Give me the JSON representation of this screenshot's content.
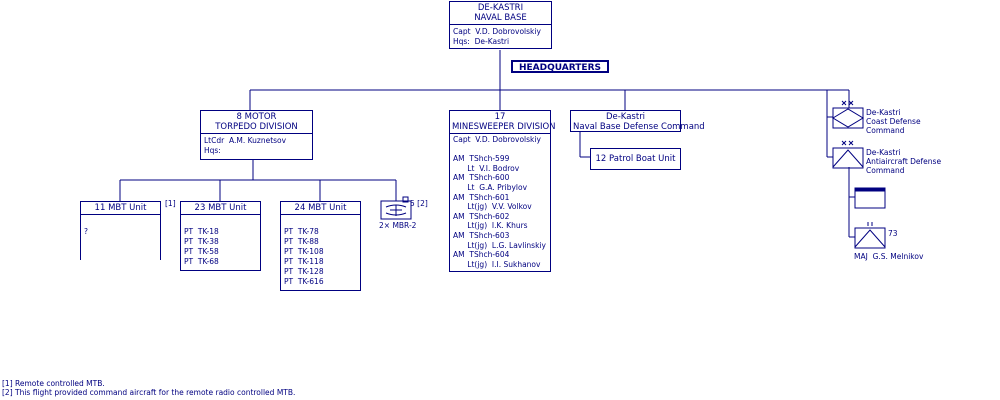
{
  "hq": {
    "title": "DE-KASTRI\nNAVAL BASE",
    "body": "Capt  V.D. Dobrovolskiy\nHqs:  De-Kastri"
  },
  "hq_label": "HEADQUARTERS",
  "motor_div": {
    "title": "8 MOTOR\nTORPEDO DIVISION",
    "body": "LtCdr  A.M. Kuznetsov\nHqs:"
  },
  "mbt11": {
    "title": "11 MBT Unit",
    "body": "\n?",
    "note": "[1]"
  },
  "mbt23": {
    "title": "23 MBT Unit",
    "body": "\nPT  TK-18\nPT  TK-38\nPT  TK-58\nPT  TK-68"
  },
  "mbt24": {
    "title": "24 MBT Unit",
    "body": "\nPT  TK-78\nPT  TK-88\nPT  TK-108\nPT  TK-118\nPT  TK-128\nPT  TK-616"
  },
  "aircraft": {
    "label": "2× MBR-2",
    "note": "5 [2]"
  },
  "minesweeper": {
    "title": "17\nMINESWEEPER DIVISION",
    "body": "Capt  V.D. Dobrovolskiy\n\nAM  TShch-599\n      Lt  V.I. Bodrov\nAM  TShch-600\n      Lt  G.A. Pribylov\nAM  TShch-601\n      Lt(jg)  V.V. Volkov\nAM  TShch-602\n      Lt(jg)  I.K. Khurs\nAM  TShch-603\n      Lt(jg)  L.G. Lavlinskiy\nAM  TShch-604\n      Lt(jg)  I.I. Sukhanov"
  },
  "defense_cmd": {
    "title": "De-Kastri\nNaval Base Defense Command"
  },
  "patrol": {
    "title": "12 Patrol Boat Unit"
  },
  "coast_def": {
    "label": "De-Kastri\nCoast Defense\nCommand"
  },
  "aa_def": {
    "label": "De-Kastri\nAntiaircraft Defense\nCommand"
  },
  "aa_unit": {
    "num": "73",
    "label": "MAJ  G.S. Melnikov"
  },
  "notes": [
    "[1] Remote controlled MTB.",
    "[2] This flight provided command aircraft for the remote radio controlled MTB."
  ],
  "colors": {
    "line": "#000080",
    "background": "#ffffff"
  }
}
